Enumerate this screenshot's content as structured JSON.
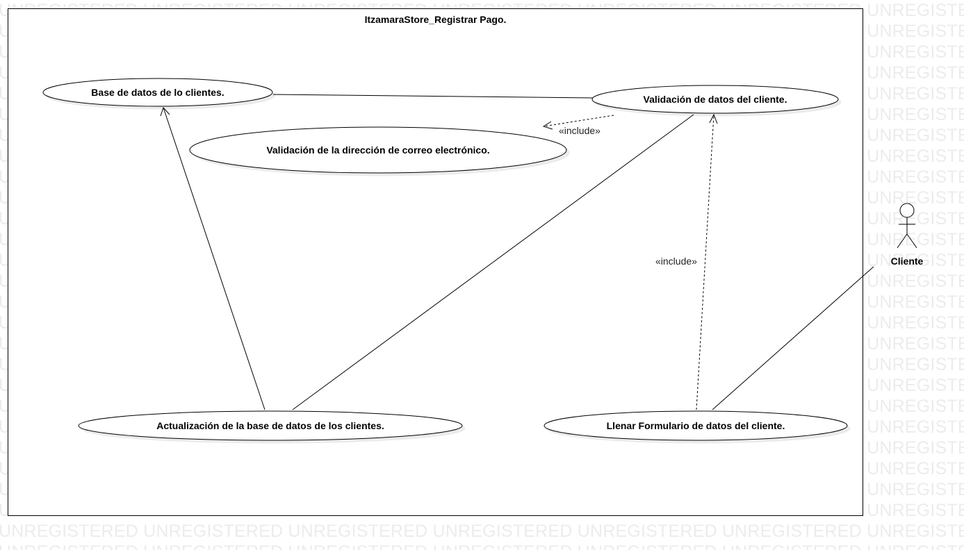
{
  "diagram": {
    "title": "ItzamaraStore_Registrar Pago.",
    "use_cases": {
      "base_datos": "Base de datos de lo clientes.",
      "validacion_cliente": "Validación de datos del cliente.",
      "validacion_correo": "Validación de la dirección de correo electrónico.",
      "actualizacion": "Actualización de la base de datos de los clientes.",
      "llenar_formulario": "Llenar Formulario de datos del cliente."
    },
    "actor": {
      "name": "Cliente"
    },
    "relations": {
      "include_label_1": "«include»",
      "include_label_2": "«include»"
    }
  },
  "watermark": {
    "text": "UNREGISTERED"
  }
}
